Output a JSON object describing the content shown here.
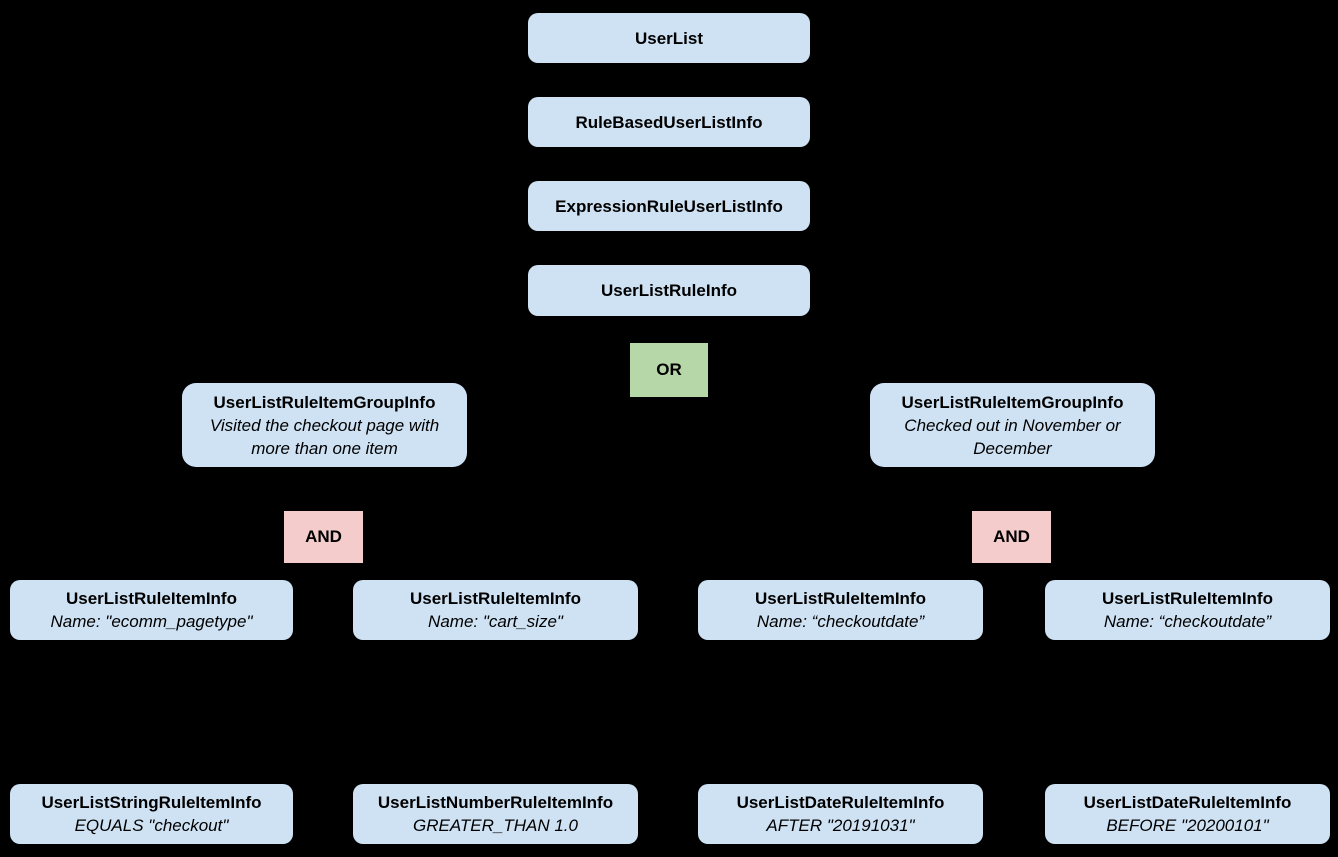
{
  "diagram": {
    "colors": {
      "background": "#000000",
      "node_fill": "#cfe2f3",
      "or_fill": "#b6d7a8",
      "and_fill": "#f4cccc",
      "text": "#000000"
    },
    "chain": [
      {
        "label": "UserList"
      },
      {
        "label": "RuleBasedUserListInfo"
      },
      {
        "label": "ExpressionRuleUserListInfo"
      },
      {
        "label": "UserListRuleInfo"
      }
    ],
    "or_node": {
      "label": "OR"
    },
    "groups": [
      {
        "title": "UserListRuleItemGroupInfo",
        "description": "Visited the checkout page with more than one item"
      },
      {
        "title": "UserListRuleItemGroupInfo",
        "description": "Checked out in November or December"
      }
    ],
    "and_nodes": [
      {
        "label": "AND"
      },
      {
        "label": "AND"
      }
    ],
    "rule_items": [
      {
        "title": "UserListRuleItemInfo",
        "description": "Name: \"ecomm_pagetype\""
      },
      {
        "title": "UserListRuleItemInfo",
        "description": "Name: \"cart_size\""
      },
      {
        "title": "UserListRuleItemInfo",
        "description": "Name: “checkoutdate”"
      },
      {
        "title": "UserListRuleItemInfo",
        "description": "Name: “checkoutdate”"
      }
    ],
    "leaf_items": [
      {
        "title": "UserListStringRuleItemInfo",
        "description": "EQUALS \"checkout\""
      },
      {
        "title": "UserListNumberRuleItemInfo",
        "description": "GREATER_THAN 1.0"
      },
      {
        "title": "UserListDateRuleItemInfo",
        "description": "AFTER \"20191031\""
      },
      {
        "title": "UserListDateRuleItemInfo",
        "description": "BEFORE \"20200101\""
      }
    ]
  }
}
